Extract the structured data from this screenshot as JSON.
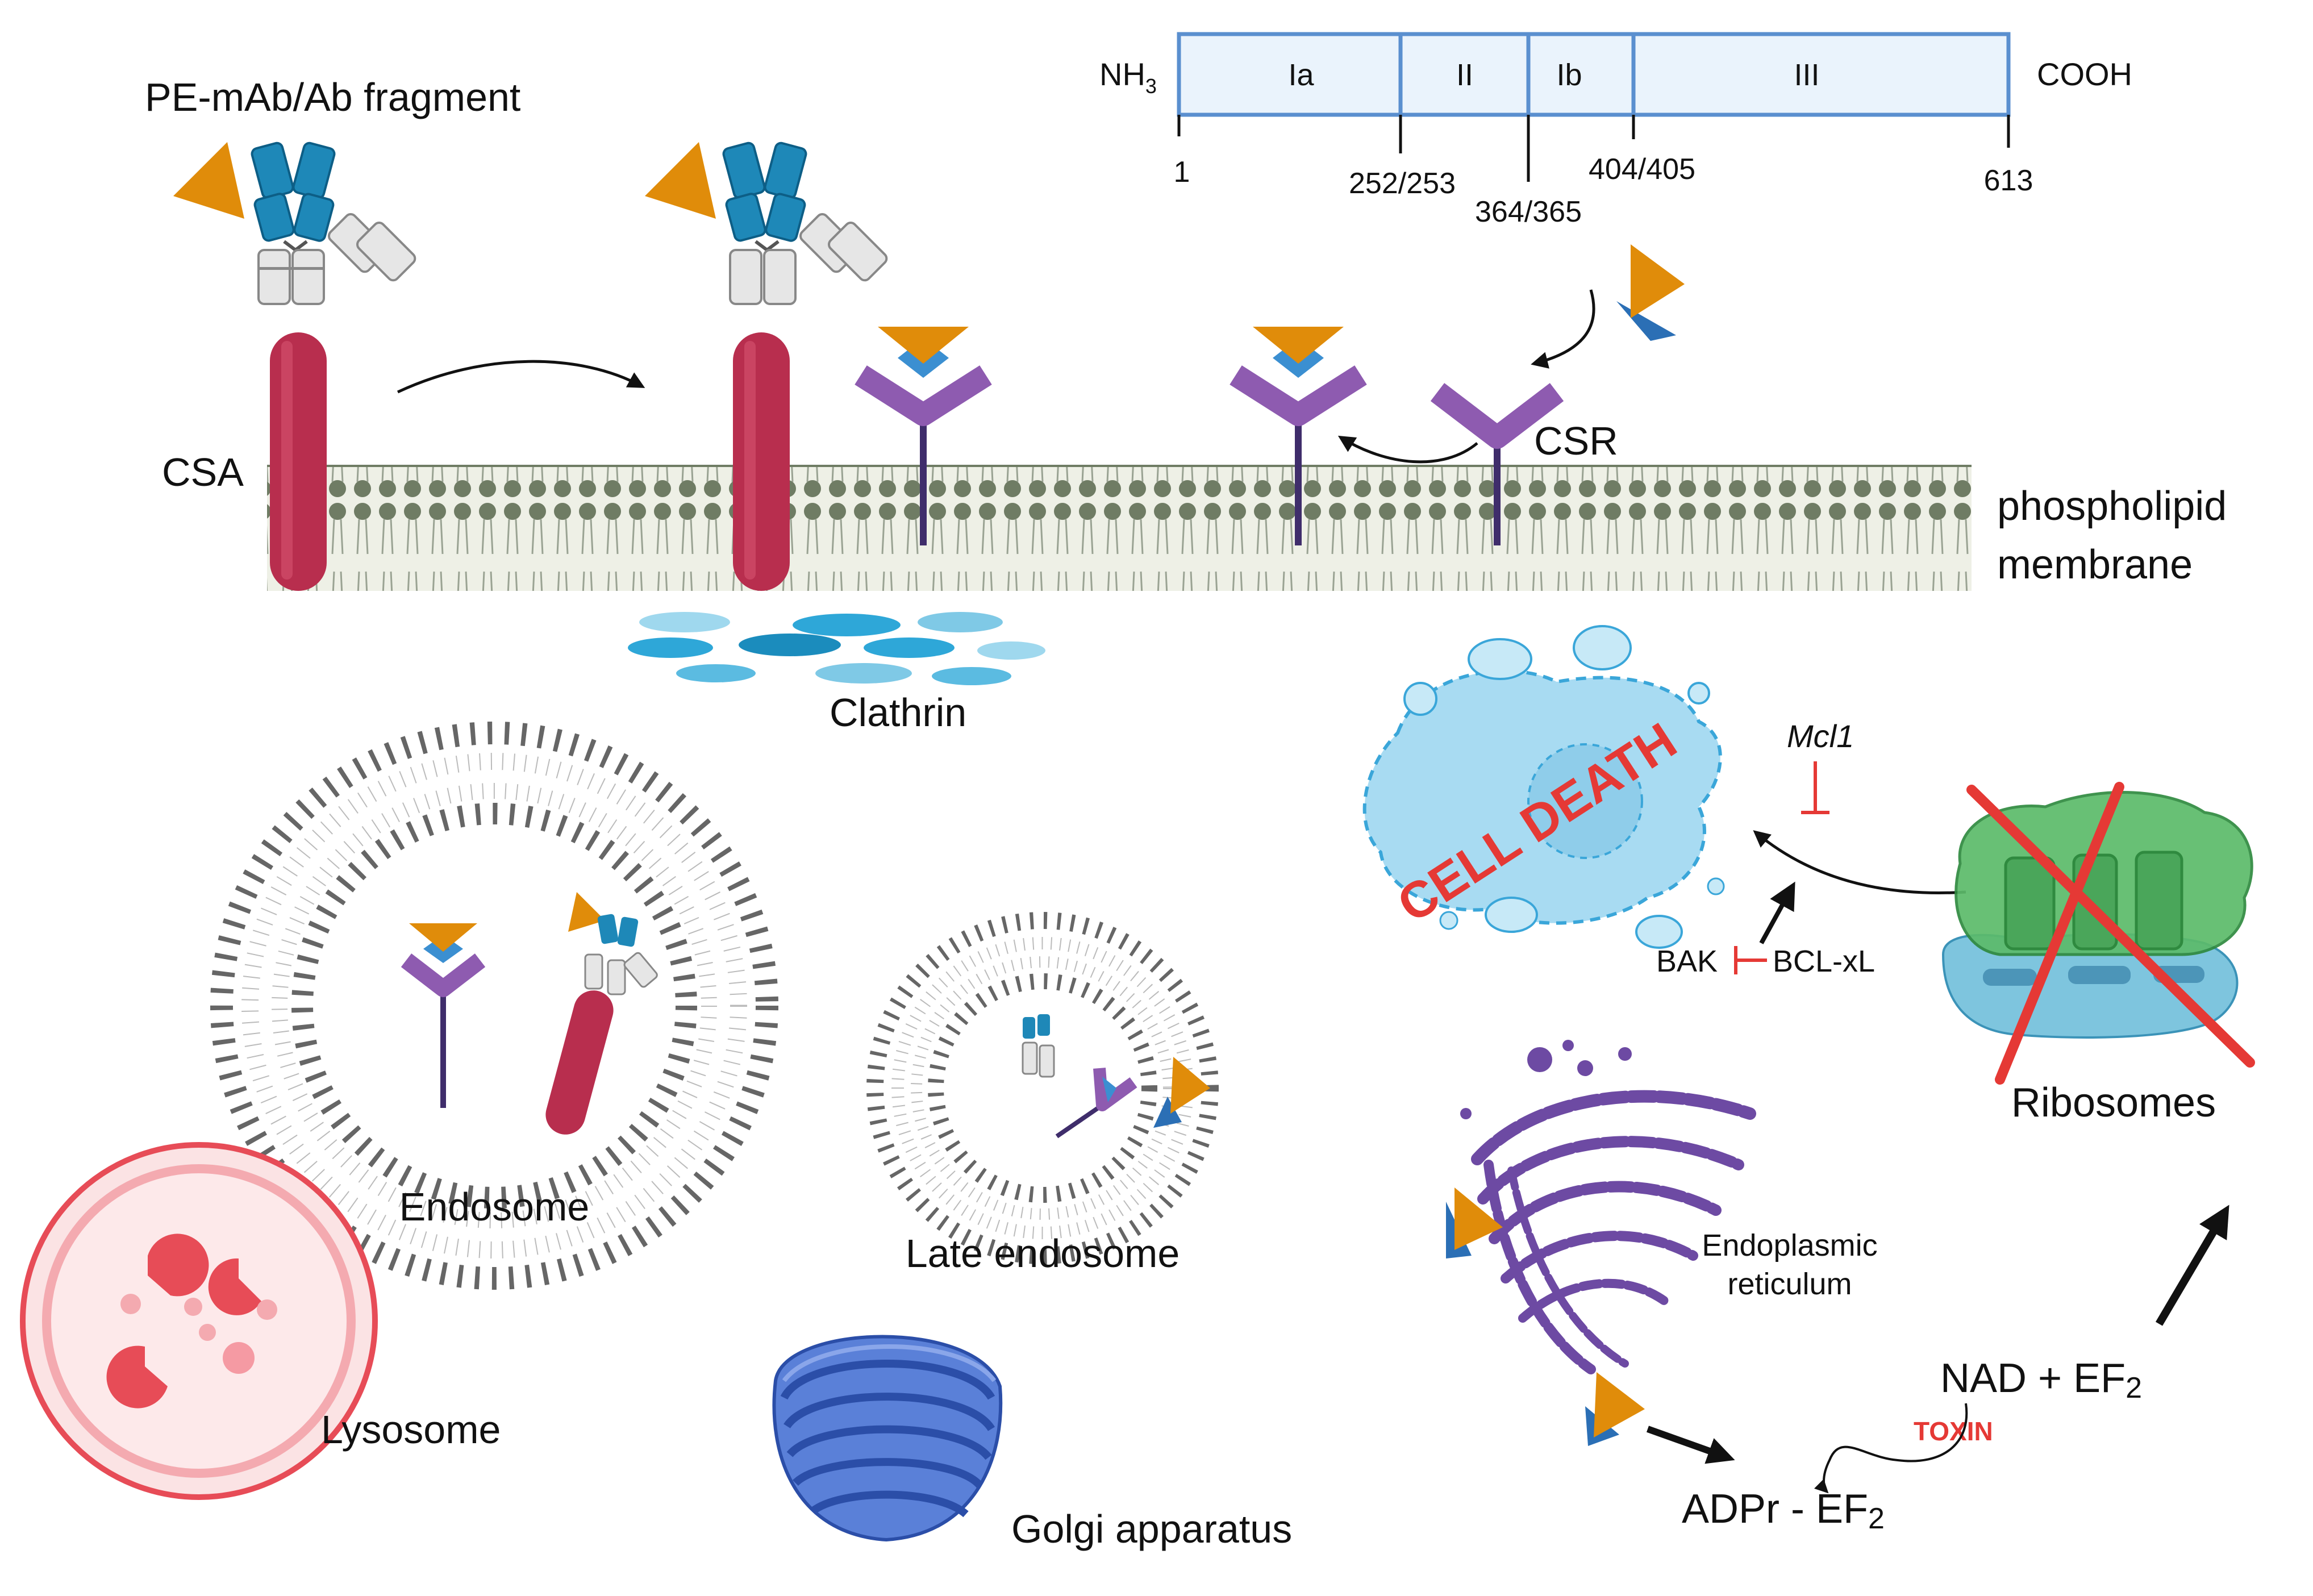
{
  "labels": {
    "pe_mab": "PE-mAb/Ab fragment",
    "csa": "CSA",
    "csr": "CSR",
    "phospholipid_line1": "phospholipid",
    "phospholipid_line2": "membrane",
    "clathrin": "Clathrin",
    "endosome": "Endosome",
    "late_endosome": "Late endosome",
    "lysosome": "Lysosome",
    "golgi": "Golgi apparatus",
    "er_line1": "Endoplasmic",
    "er_line2": "reticulum",
    "ribosomes": "Ribosomes",
    "cell_death": "CELL DEATH",
    "mcl1": "Mcl1",
    "bak": "BAK",
    "bclxl": "BCL-xL",
    "nad_ef2": "NAD + EF",
    "nad_ef2_sub": "2",
    "adpr_ef2": "ADPr - EF",
    "adpr_ef2_sub": "2",
    "toxin": "TOXIN"
  },
  "domain_bar": {
    "n_term": "NH",
    "n_term_sub": "3",
    "c_term": "COOH",
    "domains": [
      "Ia",
      "II",
      "Ib",
      "III"
    ],
    "positions": [
      "1",
      "252/253",
      "364/365",
      "404/405",
      "613"
    ]
  },
  "colors": {
    "toxin_orange": "#E08C0A",
    "toxin_blue": "#2B6FB5",
    "antibody_blue": "#1E88B8",
    "antibody_grey": "#E6E6E6",
    "csa_red": "#B82E4E",
    "csr_purple": "#8E5BB0",
    "membrane_green": "#6E7A62",
    "clathrin_blue": "#2EA7D8",
    "lysosome_red": "#E74C57",
    "golgi_blue": "#3E66C2",
    "er_purple": "#6D4AA3",
    "ribosome_green": "#5CBB6A",
    "cell_death_blue": "#9AD3EE",
    "inhibit_red": "#E53935"
  }
}
